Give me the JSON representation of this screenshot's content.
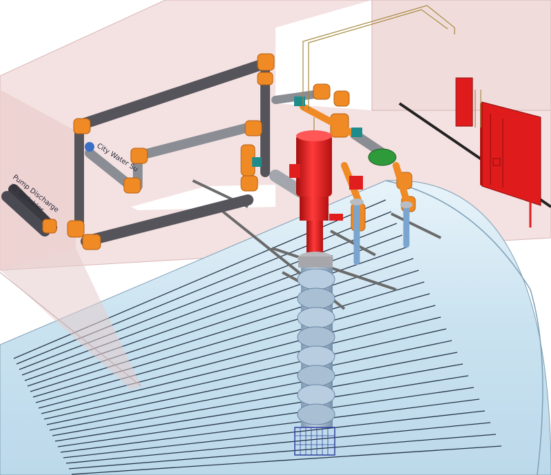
{
  "labels": {
    "city_water": "City Water Su",
    "pump_discharge": "Pump Discharge",
    "pump_discharge_sub": "To Sprinkler"
  },
  "colors": {
    "wall_pink": "#f2dede",
    "tank_blue": "#cfe6f3",
    "pipe_orange": "#f08a24",
    "pipe_dark": "#55545a",
    "pipe_grey": "#8a8d94",
    "pump_red": "#e11d1d",
    "controller_red": "#e01b1b",
    "valve_green": "#2f9a3a",
    "valve_teal": "#1f8c8c",
    "column_blue": "#9bb4cc",
    "support_grey": "#7b7b7b"
  },
  "icons": {
    "pump": "vertical-turbine-pump",
    "controller": "fire-pump-controller",
    "tank": "water-storage-tank"
  }
}
